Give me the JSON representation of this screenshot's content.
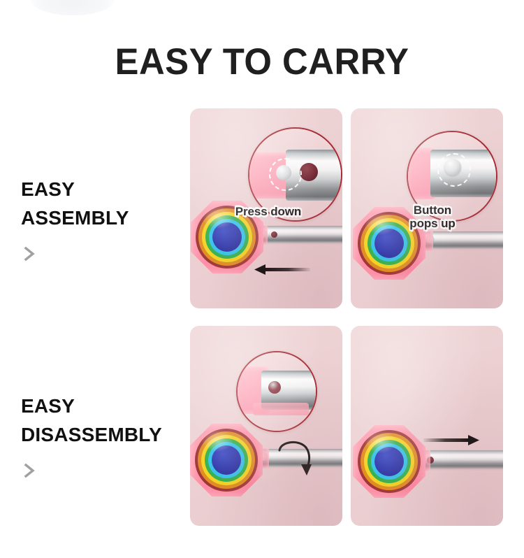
{
  "page": {
    "title": "EASY TO CARRY",
    "background_color": "#ffffff",
    "title_color": "#1f1f1f"
  },
  "sections": [
    {
      "id": "easy-assembly",
      "line1": "EASY",
      "line2": "ASSEMBLY",
      "chevron_icon": "chevron-right-icon",
      "chevron_color": "#a0a0a0"
    },
    {
      "id": "easy-disassembly",
      "line1": "EASY",
      "line2": "DISASSEMBLY",
      "chevron_icon": "chevron-right-icon",
      "chevron_color": "#a0a0a0"
    }
  ],
  "panels": [
    {
      "id": "panel-press-down",
      "caption": "Press down",
      "magnifier_icon": "magnifier-circle-icon",
      "magnifier_border_color": "#a3252f",
      "highlight_icon": "dashed-circle-icon",
      "arrow_icon": "arrow-left-icon",
      "background_color": "#ecd1d3"
    },
    {
      "id": "panel-button-pops-up",
      "caption": "Button\npops up",
      "magnifier_icon": "magnifier-circle-icon",
      "magnifier_border_color": "#a3252f",
      "highlight_icon": "dashed-circle-icon",
      "arrow_icon": "none",
      "background_color": "#ecd1d3"
    },
    {
      "id": "panel-rotate",
      "caption": "",
      "magnifier_icon": "magnifier-circle-icon",
      "magnifier_border_color": "#a3252f",
      "highlight_icon": "none",
      "arrow_icon": "curved-arrow-down-icon",
      "background_color": "#ecd1d3"
    },
    {
      "id": "panel-pull-apart",
      "caption": "",
      "magnifier_icon": "none",
      "magnifier_border_color": "#a3252f",
      "highlight_icon": "none",
      "arrow_icon": "arrow-right-icon",
      "background_color": "#ecd1d3"
    }
  ],
  "product": {
    "knob_ring_colors": [
      "#9e3334",
      "#e08a1e",
      "#f2d21c",
      "#2fae4a",
      "#2fc0e8",
      "#2a32a8"
    ],
    "knob_body_color": "#ff8aa6",
    "rod_color": "#dfe4e5"
  }
}
